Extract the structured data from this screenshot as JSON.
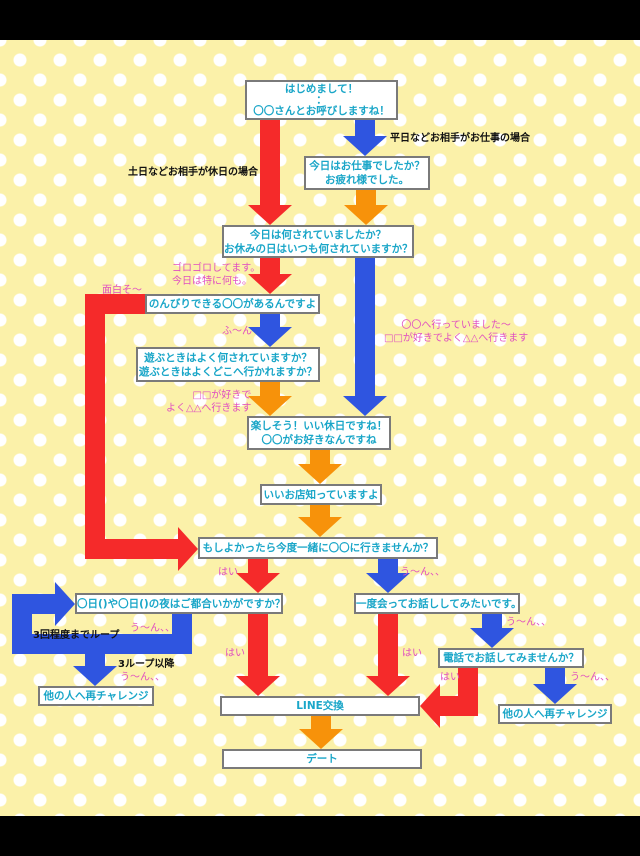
{
  "colors": {
    "yes": "#f52a2a",
    "no": "#2f55e0",
    "next": "#f7920a",
    "box_text": "#1aa6c8",
    "answer_text": "#e04fc0"
  },
  "boxes": {
    "start": [
      "はじめまして！",
      "：",
      "〇〇さんとお呼びしますね！"
    ],
    "work": [
      "今日はお仕事でしたか？",
      "お疲れ様でした。"
    ],
    "today": [
      "今日は何されていましたか？",
      "お休みの日はいつも何されていますか？"
    ],
    "relax": "のんびりできる〇〇があるんですよ",
    "play": [
      "遊ぶときはよく何されていますか？",
      "遊ぶときはよくどこへ行かれますか？"
    ],
    "fun": [
      "楽しそう！いい休日ですね！",
      "〇〇がお好きなんですね"
    ],
    "shop": "いいお店知っていますよ",
    "invite": "もしよかったら今度一緒に〇〇に行きませんか？",
    "schedule": "〇日()や〇日()の夜はご都合いかがですか？",
    "meet": "一度会ってお話ししてみたいです。",
    "phone": "電話でお話してみませんか？",
    "retry_left": "他の人へ再チャレンジ",
    "line": "LINE交換",
    "retry_right": "他の人へ再チャレンジ",
    "date": "デート"
  },
  "labels": {
    "weekday": "平日などお相手がお仕事の場合",
    "weekend": "土日などお相手が休日の場合",
    "lazy": [
      "ゴロゴロしてます。",
      "今日は特に何も。"
    ],
    "interesting": "面白そ～",
    "hmm": "ふ～ん",
    "went": [
      "〇〇へ行っていました～",
      "□□が好きでよく△△へ行きます"
    ],
    "likes": [
      "□□が好きで",
      "よく△△へ行きます"
    ],
    "yes1": "はい",
    "no1": "う～ん、、",
    "no_loop": "う～ん、、",
    "loop": "3回程度までループ",
    "yes2": "はい",
    "after_loop": "3ループ以降",
    "no_after": "う～ん、、",
    "yes3": "はい",
    "no_meet": "う～ん、、",
    "yes4": "はい",
    "no_phone": "う～ん、、"
  }
}
